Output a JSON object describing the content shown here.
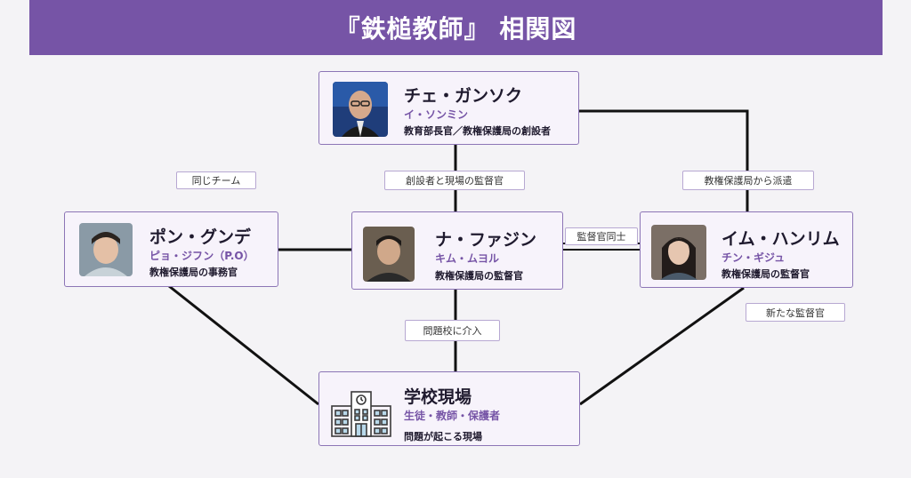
{
  "title": "『鉄槌教師』 相関図",
  "colors": {
    "header": "#7654a6",
    "node_border": "#8c75b6",
    "node_fill": "#f7f3fb",
    "actor_text": "#7654a6",
    "line": "#111111"
  },
  "nodes": {
    "choi": {
      "name": "チェ・ガンソク",
      "actor": "イ・ソンミン",
      "role": "教育部長官／教権保護局の創設者"
    },
    "pon": {
      "name": "ポン・グンデ",
      "actor": "ピョ・ジフン（P.O）",
      "role": "教権保護局の事務官"
    },
    "na": {
      "name": "ナ・ファジン",
      "actor": "キム・ムヨル",
      "role": "教権保護局の監督官"
    },
    "im": {
      "name": "イム・ハンリム",
      "actor": "チン・ギジュ",
      "role": "教権保護局の監督官"
    },
    "school": {
      "name": "学校現場",
      "actor": "生徒・教師・保護者",
      "role": "問題が起こる現場",
      "icon": "school-building-icon"
    }
  },
  "relations": {
    "same_team": "同じチーム",
    "founder_supervisor": "創設者と現場の監督官",
    "dispatched": "教権保護局から派遣",
    "fellow_supervisors": "監督官同士",
    "intervene": "問題校に介入",
    "new_supervisor": "新たな監督官"
  }
}
